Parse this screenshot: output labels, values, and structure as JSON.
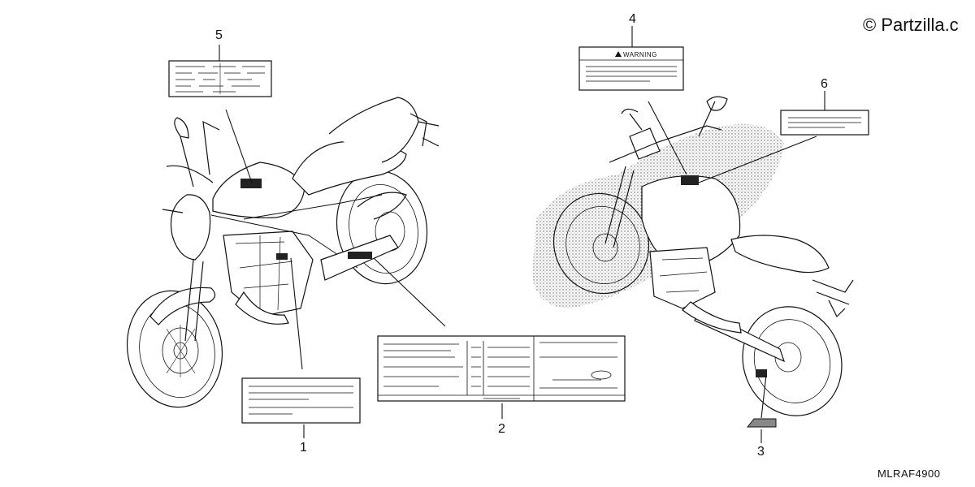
{
  "watermark": "© Partzilla.c",
  "diagram_code": "MLRAF4900",
  "labels": {
    "warning_text": "WARNING"
  },
  "callouts": [
    {
      "id": "1",
      "text": "1"
    },
    {
      "id": "2",
      "text": "2"
    },
    {
      "id": "3",
      "text": "3"
    },
    {
      "id": "4",
      "text": "4"
    },
    {
      "id": "5",
      "text": "5"
    },
    {
      "id": "6",
      "text": "6"
    }
  ]
}
